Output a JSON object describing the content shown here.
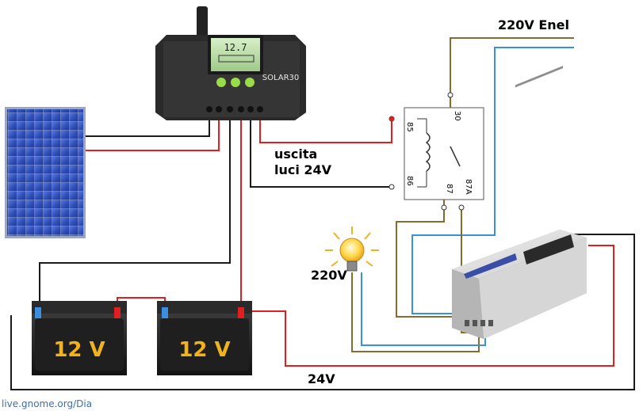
{
  "labels": {
    "grid": "220V Enel",
    "output": "uscita",
    "output_line2": "luci 24V",
    "lamp_voltage": "220V",
    "bus_voltage": "24V",
    "credit": "live.gnome.org/Dia"
  },
  "controller": {
    "brand": "SOLAR30",
    "display": "12.7"
  },
  "batteries": [
    {
      "label": "12 V"
    },
    {
      "label": "12 V"
    }
  ],
  "relay": {
    "pins": [
      "85",
      "86",
      "30",
      "87",
      "87A"
    ]
  },
  "colors": {
    "wire_black": "#1a1a1a",
    "wire_red": "#e02020",
    "wire_brown": "#8b6a2e",
    "wire_blue": "#3b8fe0",
    "panel_blue": "#2f4fb8",
    "battery_label": "#f2b21b"
  }
}
